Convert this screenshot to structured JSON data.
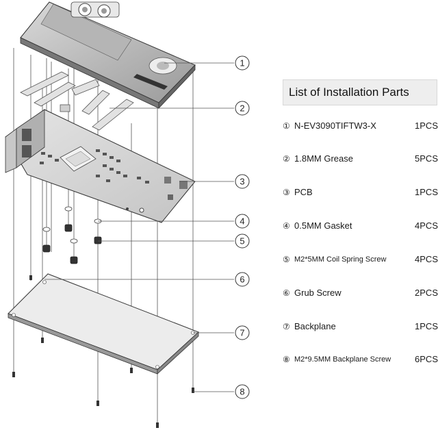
{
  "list_title": "List of Installation Parts",
  "parts": [
    {
      "num": "①",
      "name": "N-EV3090TIFTW3-X",
      "qty": "1PCS"
    },
    {
      "num": "②",
      "name": "1.8MM Grease",
      "qty": "5PCS"
    },
    {
      "num": "③",
      "name": "PCB",
      "qty": "1PCS"
    },
    {
      "num": "④",
      "name": "0.5MM Gasket",
      "qty": "4PCS"
    },
    {
      "num": "⑤",
      "name": "M2*5MM Coil Spring Screw",
      "qty": "4PCS"
    },
    {
      "num": "⑥",
      "name": "Grub  Screw",
      "qty": "2PCS"
    },
    {
      "num": "⑦",
      "name": "Backplane",
      "qty": "1PCS"
    },
    {
      "num": "⑧",
      "name": "M2*9.5MM Backplane Screw",
      "qty": "6PCS"
    }
  ],
  "callouts": [
    "1",
    "2",
    "3",
    "4",
    "5",
    "6",
    "7",
    "8"
  ]
}
